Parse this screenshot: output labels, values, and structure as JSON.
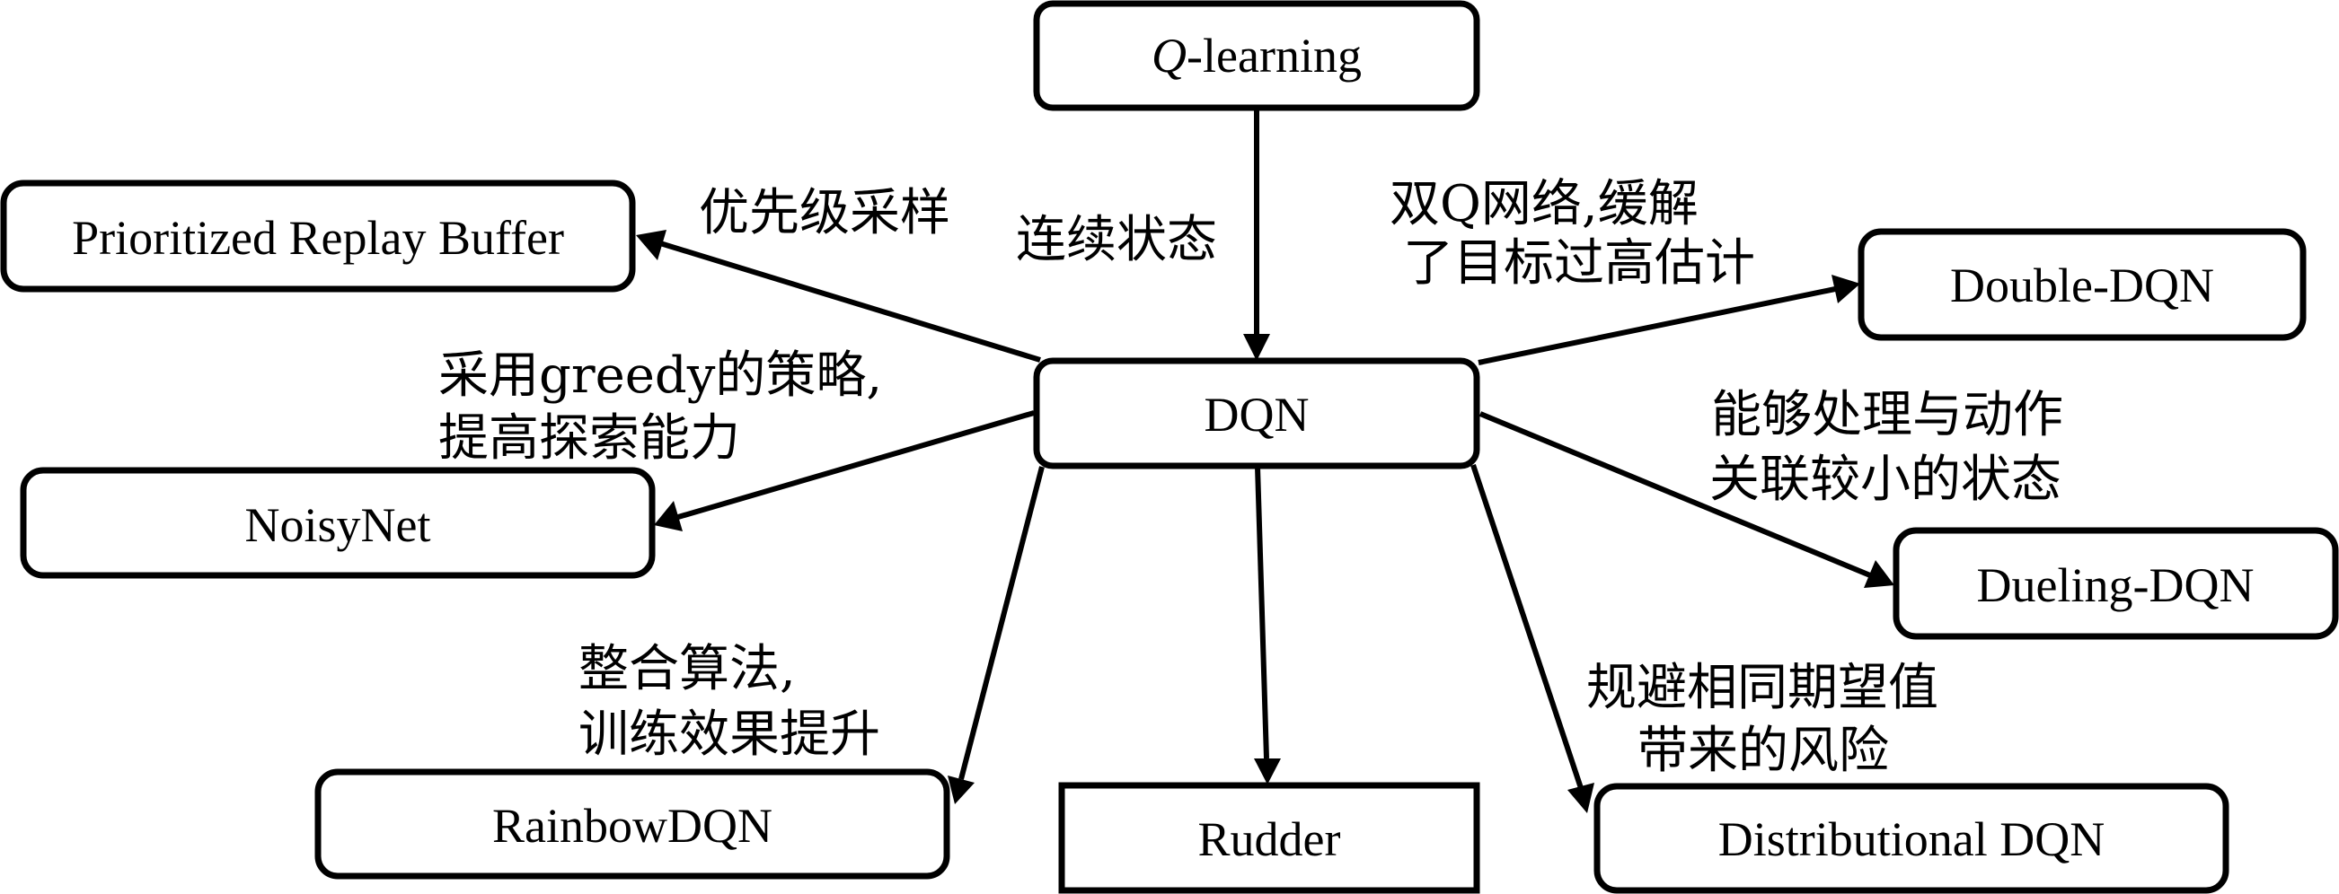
{
  "diagram": {
    "center": {
      "id": "dqn",
      "label": "DQN"
    },
    "nodes": [
      {
        "id": "qlearning",
        "label_italic": "Q",
        "label": "-learning"
      },
      {
        "id": "dqn",
        "label": "DQN"
      },
      {
        "id": "prb",
        "label": "Prioritized Replay Buffer"
      },
      {
        "id": "noisynet",
        "label": "NoisyNet"
      },
      {
        "id": "rainbow",
        "label": "RainbowDQN"
      },
      {
        "id": "rudder",
        "label": "Rudder"
      },
      {
        "id": "distributional",
        "label": "Distributional DQN"
      },
      {
        "id": "dueling",
        "label": "Dueling-DQN"
      },
      {
        "id": "double",
        "label": "Double-DQN"
      }
    ],
    "edges": [
      {
        "from": "qlearning",
        "to": "dqn",
        "label_lines": [
          "连续状态"
        ]
      },
      {
        "from": "dqn",
        "to": "prb",
        "label_lines": [
          "优先级采样"
        ]
      },
      {
        "from": "dqn",
        "to": "noisynet",
        "label_lines": [
          "采用greedy的策略,",
          "提高探索能力"
        ]
      },
      {
        "from": "dqn",
        "to": "rainbow",
        "label_lines": [
          "整合算法,",
          "训练效果提升"
        ]
      },
      {
        "from": "dqn",
        "to": "rudder",
        "label_lines": []
      },
      {
        "from": "dqn",
        "to": "distributional",
        "label_lines": [
          "规避相同期望值",
          "带来的风险"
        ]
      },
      {
        "from": "dqn",
        "to": "dueling",
        "label_lines": [
          "能够处理与动作",
          "关联较小的状态"
        ]
      },
      {
        "from": "dqn",
        "to": "double",
        "label_lines": [
          "双Q网络,缓解",
          "了目标过高估计"
        ]
      }
    ]
  }
}
